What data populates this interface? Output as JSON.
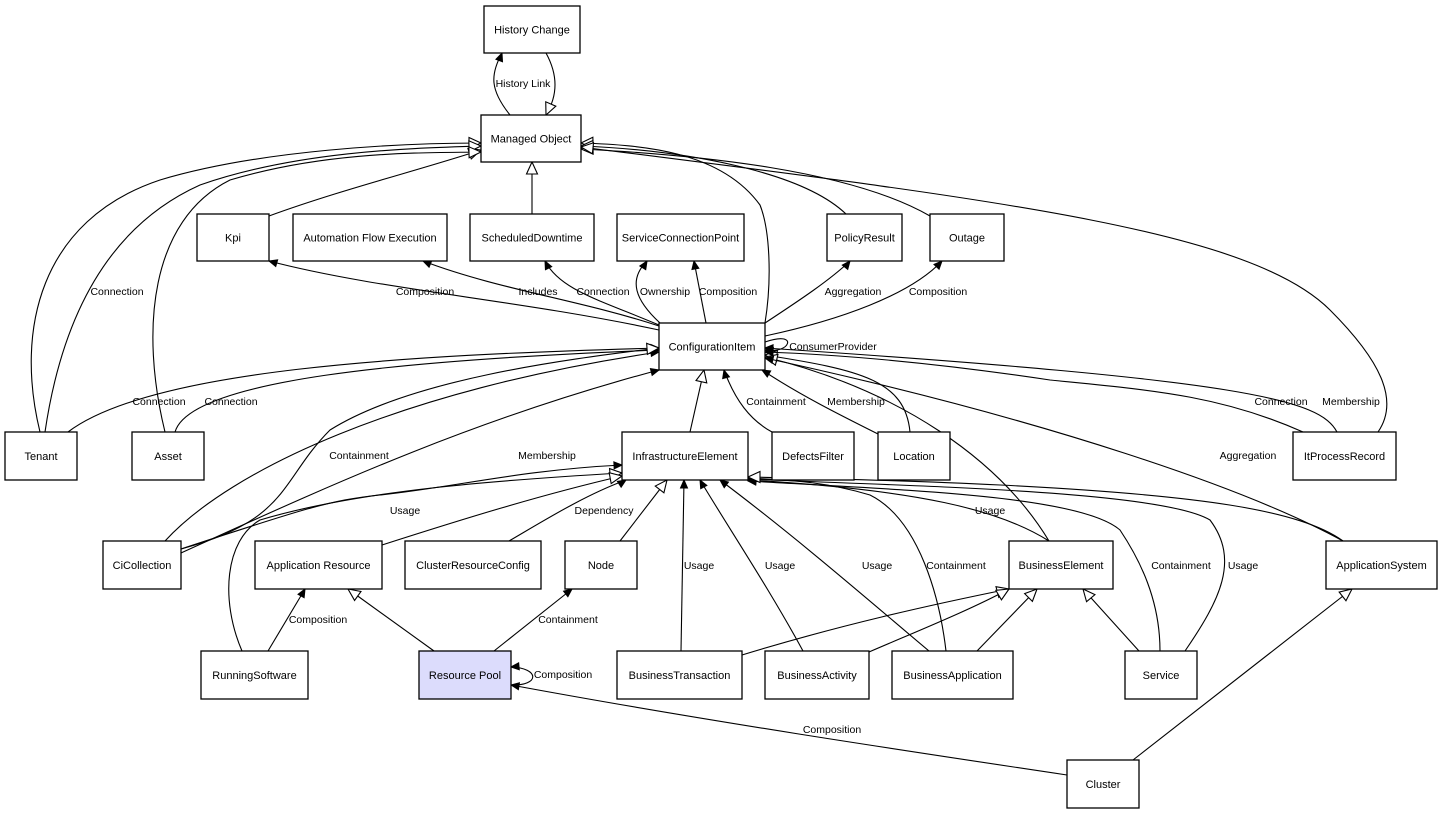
{
  "diagram": {
    "title": "Resource Pool class relationships",
    "highlight_color": "#dcdcfc",
    "nodes": [
      {
        "id": "history_change",
        "label": "History Change"
      },
      {
        "id": "managed_object",
        "label": "Managed Object"
      },
      {
        "id": "kpi",
        "label": "Kpi"
      },
      {
        "id": "automation_flow_execution",
        "label": "Automation Flow Execution"
      },
      {
        "id": "scheduled_downtime",
        "label": "ScheduledDowntime"
      },
      {
        "id": "service_connection_point",
        "label": "ServiceConnectionPoint"
      },
      {
        "id": "policy_result",
        "label": "PolicyResult"
      },
      {
        "id": "outage",
        "label": "Outage"
      },
      {
        "id": "configuration_item",
        "label": "ConfigurationItem"
      },
      {
        "id": "tenant",
        "label": "Tenant"
      },
      {
        "id": "asset",
        "label": "Asset"
      },
      {
        "id": "infrastructure_element",
        "label": "InfrastructureElement"
      },
      {
        "id": "defects_filter",
        "label": "DefectsFilter"
      },
      {
        "id": "location",
        "label": "Location"
      },
      {
        "id": "it_process_record",
        "label": "ItProcessRecord"
      },
      {
        "id": "ci_collection",
        "label": "CiCollection"
      },
      {
        "id": "application_resource",
        "label": "Application Resource"
      },
      {
        "id": "cluster_resource_config",
        "label": "ClusterResourceConfig"
      },
      {
        "id": "node",
        "label": "Node"
      },
      {
        "id": "business_element",
        "label": "BusinessElement"
      },
      {
        "id": "application_system",
        "label": "ApplicationSystem"
      },
      {
        "id": "running_software",
        "label": "RunningSoftware"
      },
      {
        "id": "resource_pool",
        "label": "Resource Pool",
        "highlighted": true
      },
      {
        "id": "business_transaction",
        "label": "BusinessTransaction"
      },
      {
        "id": "business_activity",
        "label": "BusinessActivity"
      },
      {
        "id": "business_application",
        "label": "BusinessApplication"
      },
      {
        "id": "service",
        "label": "Service"
      },
      {
        "id": "cluster",
        "label": "Cluster"
      }
    ],
    "edges": [
      {
        "from": "managed_object",
        "to": "history_change",
        "label": "History Link",
        "type": "association"
      },
      {
        "from": "history_change",
        "to": "managed_object",
        "label": "",
        "type": "inheritance"
      },
      {
        "from": "scheduled_downtime",
        "to": "managed_object",
        "label": "",
        "type": "inheritance"
      },
      {
        "from": "kpi",
        "to": "managed_object",
        "label": "",
        "type": "inheritance"
      },
      {
        "from": "tenant",
        "to": "managed_object",
        "label": "",
        "type": "inheritance"
      },
      {
        "from": "tenant",
        "to": "managed_object",
        "label": "Connection",
        "type": "inheritance"
      },
      {
        "from": "asset",
        "to": "managed_object",
        "label": "",
        "type": "inheritance"
      },
      {
        "from": "configuration_item",
        "to": "managed_object",
        "label": "",
        "type": "inheritance"
      },
      {
        "from": "policy_result",
        "to": "managed_object",
        "label": "",
        "type": "inheritance"
      },
      {
        "from": "outage",
        "to": "managed_object",
        "label": "",
        "type": "inheritance"
      },
      {
        "from": "it_process_record",
        "to": "managed_object",
        "label": "",
        "type": "inheritance"
      },
      {
        "from": "configuration_item",
        "to": "kpi",
        "label": "Composition",
        "type": "association"
      },
      {
        "from": "configuration_item",
        "to": "automation_flow_execution",
        "label": "Includes",
        "type": "association"
      },
      {
        "from": "configuration_item",
        "to": "scheduled_downtime",
        "label": "Connection",
        "type": "association"
      },
      {
        "from": "configuration_item",
        "to": "service_connection_point",
        "label": "Ownership",
        "type": "association"
      },
      {
        "from": "configuration_item",
        "to": "service_connection_point",
        "label": "Composition",
        "type": "association"
      },
      {
        "from": "configuration_item",
        "to": "policy_result",
        "label": "Aggregation",
        "type": "association"
      },
      {
        "from": "configuration_item",
        "to": "outage",
        "label": "Composition",
        "type": "association"
      },
      {
        "from": "configuration_item",
        "to": "configuration_item",
        "label": "ConsumerProvider",
        "type": "association"
      },
      {
        "from": "tenant",
        "to": "configuration_item",
        "label": "Connection",
        "type": "association"
      },
      {
        "from": "asset",
        "to": "configuration_item",
        "label": "Connection",
        "type": "association"
      },
      {
        "from": "ci_collection",
        "to": "configuration_item",
        "label": "Containment",
        "type": "association"
      },
      {
        "from": "ci_collection",
        "to": "configuration_item",
        "label": "",
        "type": "inheritance"
      },
      {
        "from": "ci_collection",
        "to": "configuration_item",
        "label": "Membership",
        "type": "association"
      },
      {
        "from": "infrastructure_element",
        "to": "configuration_item",
        "label": "",
        "type": "inheritance"
      },
      {
        "from": "defects_filter",
        "to": "configuration_item",
        "label": "Containment",
        "type": "association"
      },
      {
        "from": "location",
        "to": "configuration_item",
        "label": "Membership",
        "type": "association"
      },
      {
        "from": "location",
        "to": "configuration_item",
        "label": "",
        "type": "inheritance"
      },
      {
        "from": "it_process_record",
        "to": "configuration_item",
        "label": "Connection",
        "type": "association"
      },
      {
        "from": "it_process_record",
        "to": "configuration_item",
        "label": "Membership",
        "type": "association"
      },
      {
        "from": "business_element",
        "to": "configuration_item",
        "label": "",
        "type": "inheritance"
      },
      {
        "from": "application_system",
        "to": "configuration_item",
        "label": "Aggregation",
        "type": "association"
      },
      {
        "from": "ci_collection",
        "to": "infrastructure_element",
        "label": "Usage",
        "type": "association"
      },
      {
        "from": "running_software",
        "to": "infrastructure_element",
        "label": "",
        "type": "inheritance"
      },
      {
        "from": "application_resource",
        "to": "infrastructure_element",
        "label": "",
        "type": "inheritance"
      },
      {
        "from": "cluster_resource_config",
        "to": "infrastructure_element",
        "label": "Dependency",
        "type": "association"
      },
      {
        "from": "node",
        "to": "infrastructure_element",
        "label": "",
        "type": "inheritance"
      },
      {
        "from": "business_transaction",
        "to": "infrastructure_element",
        "label": "Usage",
        "type": "association"
      },
      {
        "from": "business_activity",
        "to": "infrastructure_element",
        "label": "Usage",
        "type": "association"
      },
      {
        "from": "business_application",
        "to": "infrastructure_element",
        "label": "Usage",
        "type": "association"
      },
      {
        "from": "business_application",
        "to": "infrastructure_element",
        "label": "Containment",
        "type": "association"
      },
      {
        "from": "business_element",
        "to": "infrastructure_element",
        "label": "Usage",
        "type": "association"
      },
      {
        "from": "service",
        "to": "infrastructure_element",
        "label": "Containment",
        "type": "association"
      },
      {
        "from": "service",
        "to": "infrastructure_element",
        "label": "Usage",
        "type": "association"
      },
      {
        "from": "application_system",
        "to": "infrastructure_element",
        "label": "",
        "type": "inheritance"
      },
      {
        "from": "running_software",
        "to": "application_resource",
        "label": "Composition",
        "type": "association"
      },
      {
        "from": "resource_pool",
        "to": "application_resource",
        "label": "",
        "type": "inheritance"
      },
      {
        "from": "resource_pool",
        "to": "node",
        "label": "Containment",
        "type": "association"
      },
      {
        "from": "resource_pool",
        "to": "resource_pool",
        "label": "Composition",
        "type": "association"
      },
      {
        "from": "business_transaction",
        "to": "business_element",
        "label": "",
        "type": "inheritance"
      },
      {
        "from": "business_activity",
        "to": "business_element",
        "label": "",
        "type": "inheritance"
      },
      {
        "from": "business_application",
        "to": "business_element",
        "label": "",
        "type": "inheritance"
      },
      {
        "from": "service",
        "to": "business_element",
        "label": "",
        "type": "inheritance"
      },
      {
        "from": "cluster",
        "to": "application_system",
        "label": "",
        "type": "inheritance"
      },
      {
        "from": "cluster",
        "to": "resource_pool",
        "label": "Composition",
        "type": "association"
      }
    ]
  }
}
